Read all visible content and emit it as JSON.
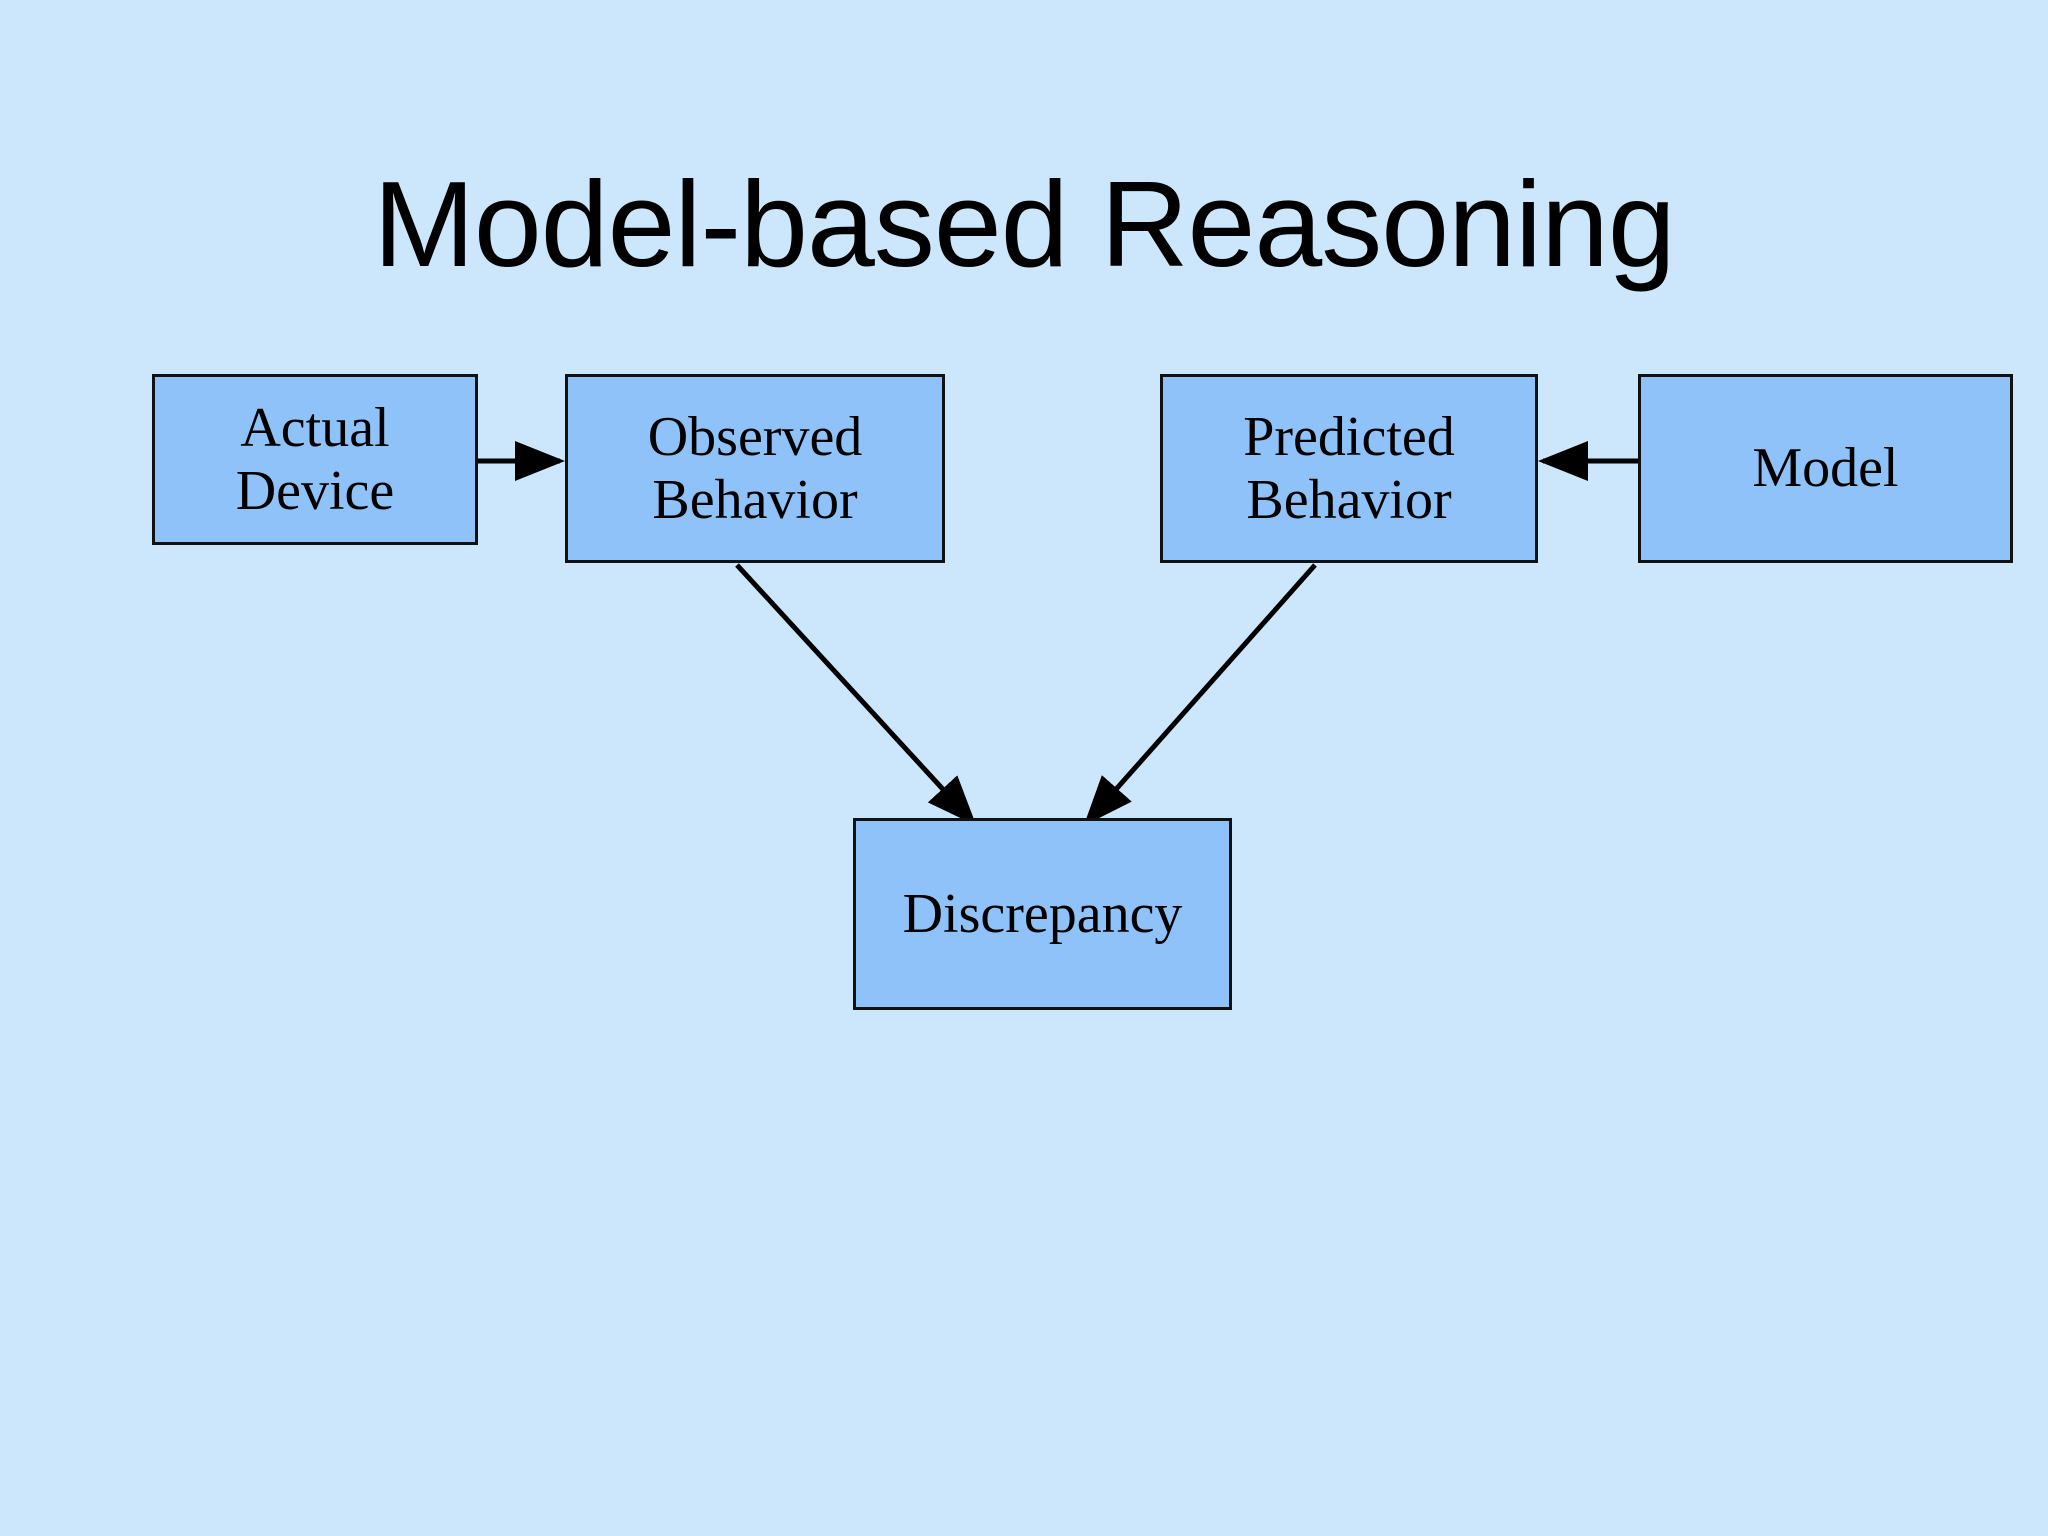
{
  "slide": {
    "title": "Model-based Reasoning",
    "background_color": "#cce6fb",
    "node_fill_color": "#8ec2f8",
    "node_border_color": "#111111",
    "text_color": "#000000"
  },
  "diagram": {
    "type": "flowchart",
    "nodes": [
      {
        "id": "actual-device",
        "label_line1": "Actual",
        "label_line2": "Device",
        "full_label": "Actual Device"
      },
      {
        "id": "observed",
        "label_line1": "Observed",
        "label_line2": "Behavior",
        "full_label": "Observed Behavior"
      },
      {
        "id": "predicted",
        "label_line1": "Predicted",
        "label_line2": "Behavior",
        "full_label": "Predicted Behavior"
      },
      {
        "id": "model",
        "label_line1": "Model",
        "label_line2": "",
        "full_label": "Model"
      },
      {
        "id": "discrepancy",
        "label_line1": "Discrepancy",
        "label_line2": "",
        "full_label": "Discrepancy"
      }
    ],
    "edges": [
      {
        "id": "edge-actual-to-observed",
        "from": "actual-device",
        "to": "observed",
        "direction": "right"
      },
      {
        "id": "edge-model-to-predicted",
        "from": "model",
        "to": "predicted",
        "direction": "left"
      },
      {
        "id": "edge-observed-to-discrepancy",
        "from": "observed",
        "to": "discrepancy",
        "direction": "down-right"
      },
      {
        "id": "edge-predicted-to-discrepancy",
        "from": "predicted",
        "to": "discrepancy",
        "direction": "down-left"
      }
    ]
  }
}
